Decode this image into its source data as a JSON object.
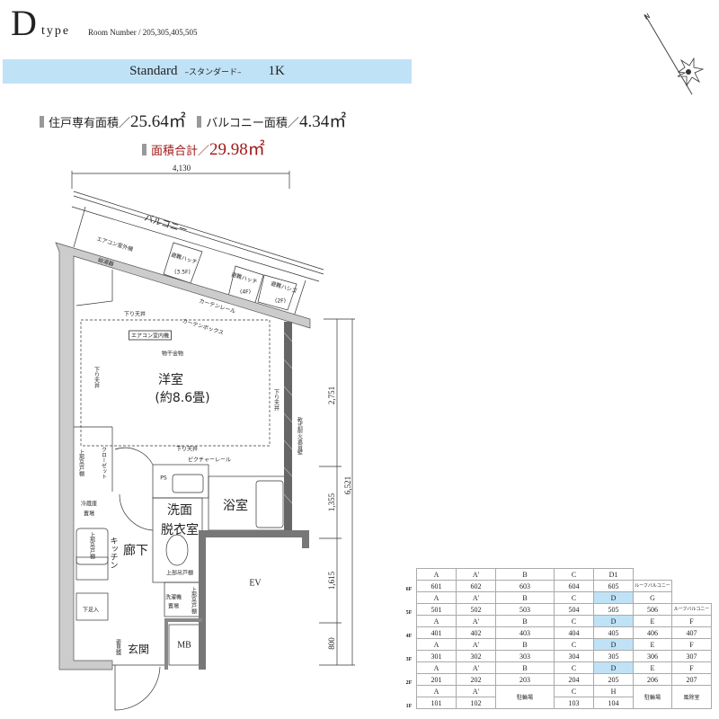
{
  "header": {
    "type_letter": "D",
    "type_word": "type",
    "room_number": "Room Number / 205,305,405,505"
  },
  "band": {
    "plan": "Standard",
    "plan_kana": "–スタンダード–",
    "layout": "1K",
    "color": "#bfe2f6"
  },
  "areas": {
    "exclusive_label": "住戸専有面積／",
    "exclusive_value": "25.64㎡",
    "balcony_label": "バルコニー面積／",
    "balcony_value": "4.34㎡",
    "total_label": "面積合計／",
    "total_value": "29.98㎡",
    "total_color": "#a01818"
  },
  "plan": {
    "width_dim": "4,130",
    "balcony": "バルコニー",
    "ac_outdoor": "エアコン室外機",
    "water_heater": "給湯器",
    "hatch_35": "避難ハッチ",
    "hatch_35_floor": "(3.5F)",
    "hatch_4": "避難ハッチ",
    "hatch_4_floor": "(4F)",
    "ladder": "避難ハシゴ",
    "ladder_floor": "(2F)",
    "curtain_rail": "カーテンレール",
    "curtain_box": "カーテンボックス",
    "lowered_ceiling": "下り天井",
    "ac_indoor": "エアコン室内機",
    "drying_hook": "物干金物",
    "western_room": "洋室",
    "western_room_size": "(約8.6畳)",
    "fire_wall": "乾式耐火遮音壁",
    "picture_rail": "ピクチャーレール",
    "closet": "クローゼット",
    "upper_cabinet": "上部吊戸棚",
    "ps": "PS",
    "bathroom": "浴室",
    "washroom_1": "洗面",
    "washroom_2": "脱衣室",
    "fridge": "冷蔵庫",
    "fridge_2": "置場",
    "kitchen": "キッチン",
    "hallway": "廊下",
    "ev": "EV",
    "washer": "洗濯機",
    "washer_2": "置場",
    "shoe_box": "下足入",
    "mirror": "姿見鏡",
    "entrance": "玄関",
    "mb": "MB",
    "dims": {
      "d1": "2,751",
      "d2": "1,355",
      "d3": "1,615",
      "d4": "800",
      "total": "6,521"
    }
  },
  "compass": {
    "north": "N"
  },
  "unit_table": {
    "highlight": "#bfe2f6",
    "f6": {
      "floor": "6F",
      "types": [
        "A",
        "A'",
        "B",
        "C",
        "D1"
      ],
      "rooms": [
        "601",
        "602",
        "603",
        "604",
        "605"
      ],
      "roof": "ルーフバルコニー"
    },
    "f5": {
      "floor": "5F",
      "types": [
        "A",
        "A'",
        "B",
        "C",
        "D",
        "G"
      ],
      "rooms": [
        "501",
        "502",
        "503",
        "504",
        "505",
        "506"
      ],
      "roof": "ルーフバルコニー"
    },
    "f4": {
      "floor": "4F",
      "types": [
        "A",
        "A'",
        "B",
        "C",
        "D",
        "E",
        "F"
      ],
      "rooms": [
        "401",
        "402",
        "403",
        "404",
        "405",
        "406",
        "407"
      ]
    },
    "f3": {
      "floor": "3F",
      "types": [
        "A",
        "A'",
        "B",
        "C",
        "D",
        "E",
        "F"
      ],
      "rooms": [
        "301",
        "302",
        "303",
        "304",
        "305",
        "306",
        "307"
      ]
    },
    "f2": {
      "floor": "2F",
      "types": [
        "A",
        "A'",
        "B",
        "C",
        "D",
        "E",
        "F"
      ],
      "rooms": [
        "201",
        "202",
        "203",
        "204",
        "205",
        "206",
        "207"
      ]
    },
    "f1": {
      "floor": "1F",
      "types": [
        "A",
        "A'",
        "C",
        "H"
      ],
      "rooms": [
        "101",
        "102",
        "103",
        "104"
      ],
      "bike1": "駐輪場",
      "bike2": "駐輪場",
      "vestibule": "風除室"
    }
  }
}
